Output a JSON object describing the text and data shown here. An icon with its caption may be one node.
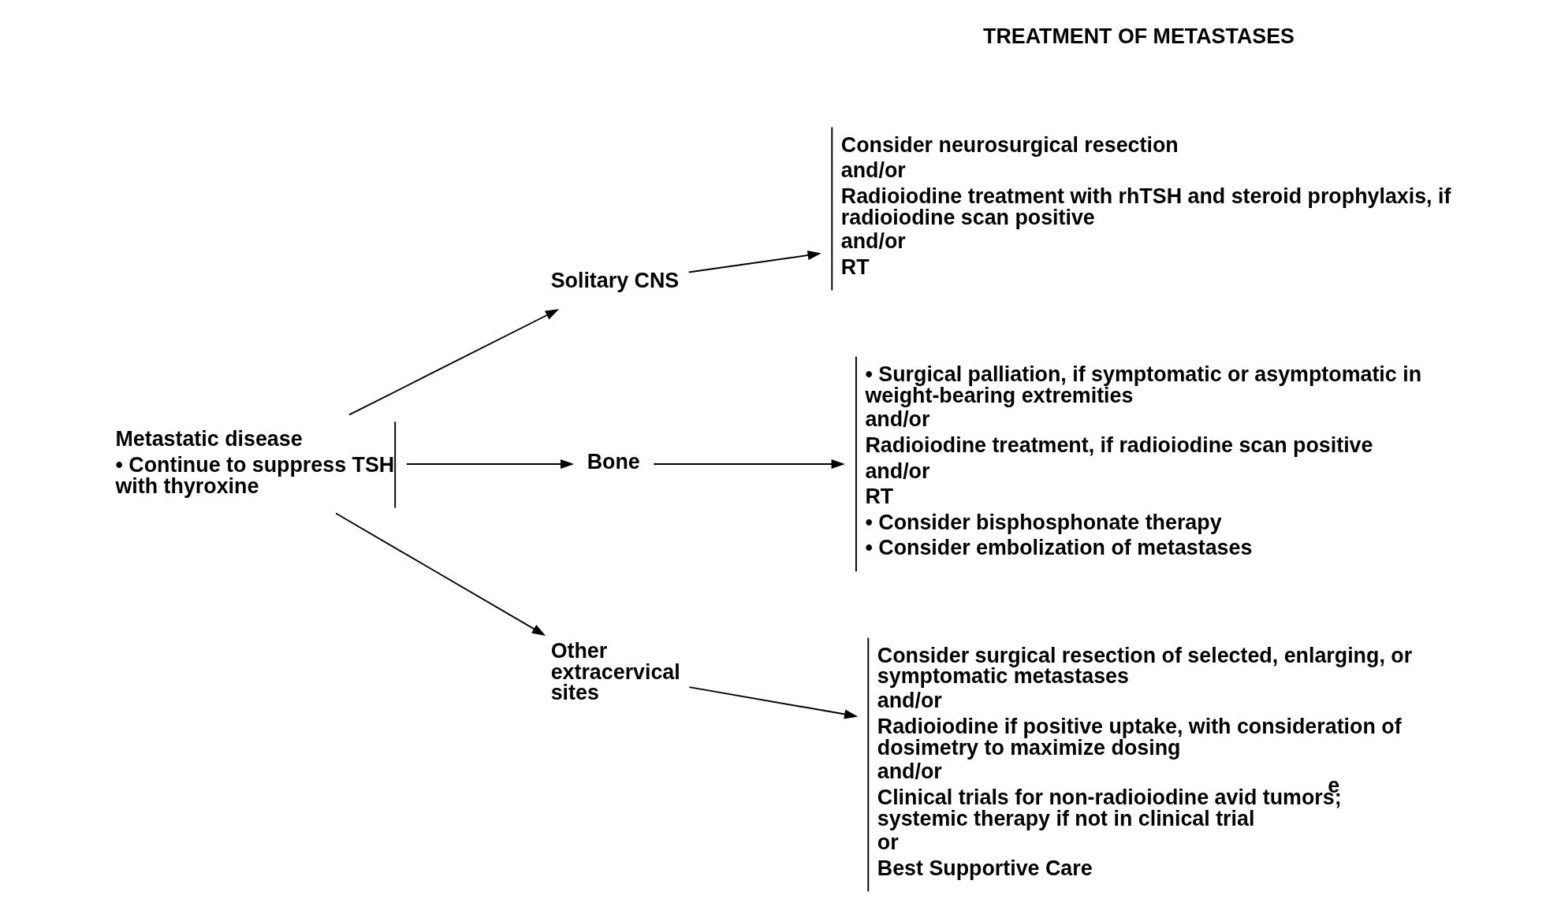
{
  "diagram": {
    "nodes": [
      {
        "text": [
          "Metastatic disease",
          "• Continue to suppress TSH with thyroxine"
        ]
      },
      {
        "text": [
          "Solitary CNS"
        ]
      },
      {
        "text": [
          "Bone"
        ]
      },
      {
        "text": [
          "Other extracervical sites"
        ]
      },
      {
        "text": [
          "Consider neurosurgical resection",
          "and/or",
          "Radioiodine treatment with rhTSH and steroid prophylaxis, if radioiodine scan positive",
          "and/or",
          "RT"
        ]
      },
      {
        "text": [
          "• Surgical palliation, if symptomatic or asymptomatic in weight-bearing extremities",
          "and/or",
          "Radioiodine treatment, if radioiodine scan positive",
          "and/or",
          "RT",
          "• Consider bisphosphonate therapy",
          "• Consider embolization of metastases"
        ]
      },
      {
        "text": [
          "Consider surgical resection of selected, enlarging, or symptomatic metastases",
          "and/or",
          "Radioiodine if positive uptake, with consideration of dosimetry to maximize dosing",
          "and/or",
          "Clinical trials for non-radioiodine avid tumors;$^{e}$ systemic therapy if not in clinical trial",
          "or",
          "Best Supportive Care"
        ]
      }
    ],
    "edges": [
      {
        "from": 0,
        "to": 1,
        "arrow": "to"
      },
      {
        "from": 0,
        "to": 2,
        "arrow": "to"
      },
      {
        "from": 0,
        "to": 3,
        "arrow": "to"
      },
      {
        "from": 1,
        "to": 4,
        "arrow": "to"
      },
      {
        "from": 2,
        "to": 5,
        "arrow": "to"
      },
      {
        "from": 3,
        "to": 6,
        "arrow": "to"
      }
    ],
    "labels": [
      "TREATMENT OF METASTASES"
    ]
  }
}
